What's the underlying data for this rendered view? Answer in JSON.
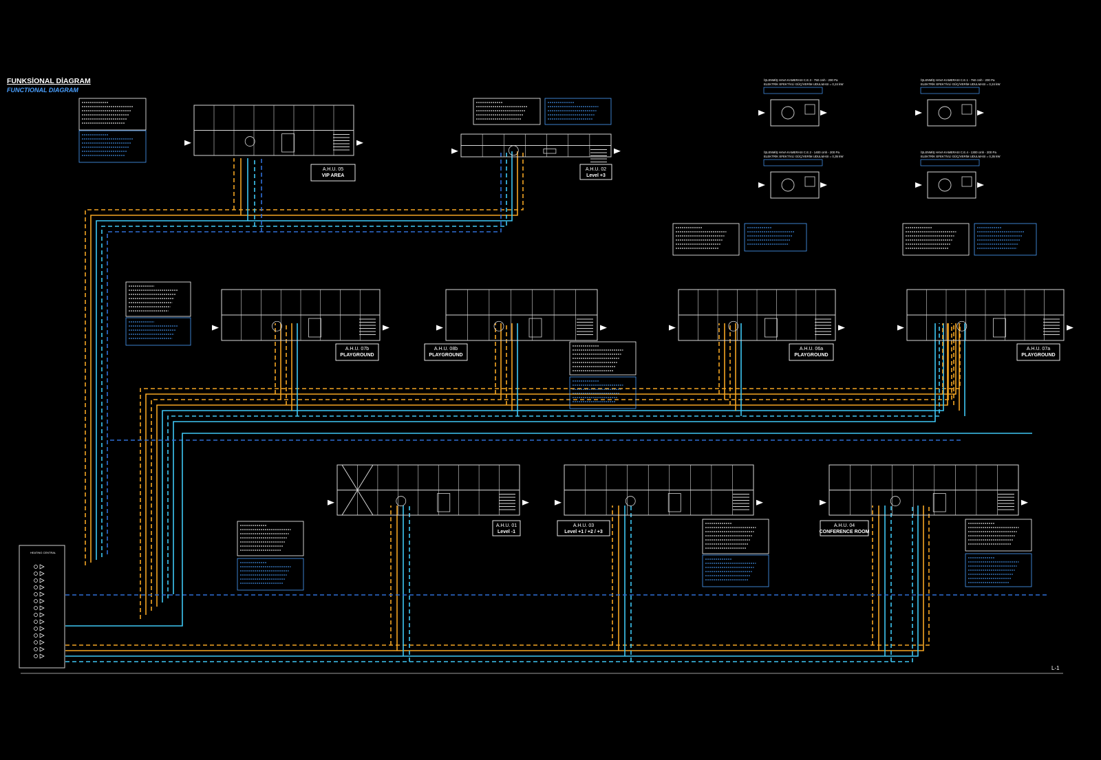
{
  "title": {
    "main": "FUNKSİONAL DİAGRAM",
    "sub": "FUNCTIONAL DIAGRAM"
  },
  "sheet_no": "L-1",
  "heating_center": "HEATING CENTRAL",
  "colors": {
    "background": "#000000",
    "supply_hot": "#f5a623",
    "supply_cold": "#3fc8f5",
    "line_dark_blue": "#2f6fd6",
    "unit_outline": "#d8d8d8",
    "annotation": "#ffffff",
    "info_blue": "#4aa0ff"
  },
  "ahu_labels": [
    {
      "id": "ahu05",
      "line1": "A.H.U. 05",
      "line2": "VIP AREA"
    },
    {
      "id": "ahu02",
      "line1": "A.H.U. 02",
      "line2": "Level +3"
    },
    {
      "id": "ahu07b",
      "line1": "A.H.U. 07b",
      "line2": "PLAYGROUND"
    },
    {
      "id": "ahu08b",
      "line1": "A.H.U. 08b",
      "line2": "PLAYGROUND"
    },
    {
      "id": "ahu06a",
      "line1": "A.H.U. 06a",
      "line2": "PLAYGROUND"
    },
    {
      "id": "ahu07a",
      "line1": "A.H.U. 07a",
      "line2": "PLAYGROUND"
    },
    {
      "id": "ahu01",
      "line1": "A.H.U. 01",
      "line2": "Level -1"
    },
    {
      "id": "ahu03",
      "line1": "A.H.U. 03",
      "line2": "Level +1 / +2 / +3"
    },
    {
      "id": "ahu04",
      "line1": "A.H.U. 04",
      "line2": "CONFERENCE ROOM"
    }
  ],
  "exhaust_fans": [
    {
      "id": "ce3",
      "line1": "İŞLENMİŞ HAVA KAMERASI C.E.3 - 750 cmh - 200 Pa",
      "line2": "ELEKTRİK EFEKTİVLİ GÜÇ/VERİM UDULMASI = 0,24 kW"
    },
    {
      "id": "ce1",
      "line1": "İŞLENMİŞ HAVA KAMERASI C.E.1 - 750 cmh - 200 Pa",
      "line2": "ELEKTRİK EFEKTİVLİ GÜÇ/VERİM UDULMASI = 0,24 kW"
    },
    {
      "id": "ce2",
      "line1": "İŞLENMİŞ HAVA KAMERASI C.E.2 - 1400 cmh - 200 Pa",
      "line2": "ELEKTRİK EFEKTİVLİ GÜÇ/VERİM UDULMASI = 0,35 kW"
    },
    {
      "id": "ce4",
      "line1": "İŞLENMİŞ HAVA KAMERASI C.E.4 - 1300 cmh - 200 Pa",
      "line2": "ELEKTRİK EFEKTİVLİ GÜÇ/VERİM UDULMASI = 0,35 kW"
    }
  ]
}
